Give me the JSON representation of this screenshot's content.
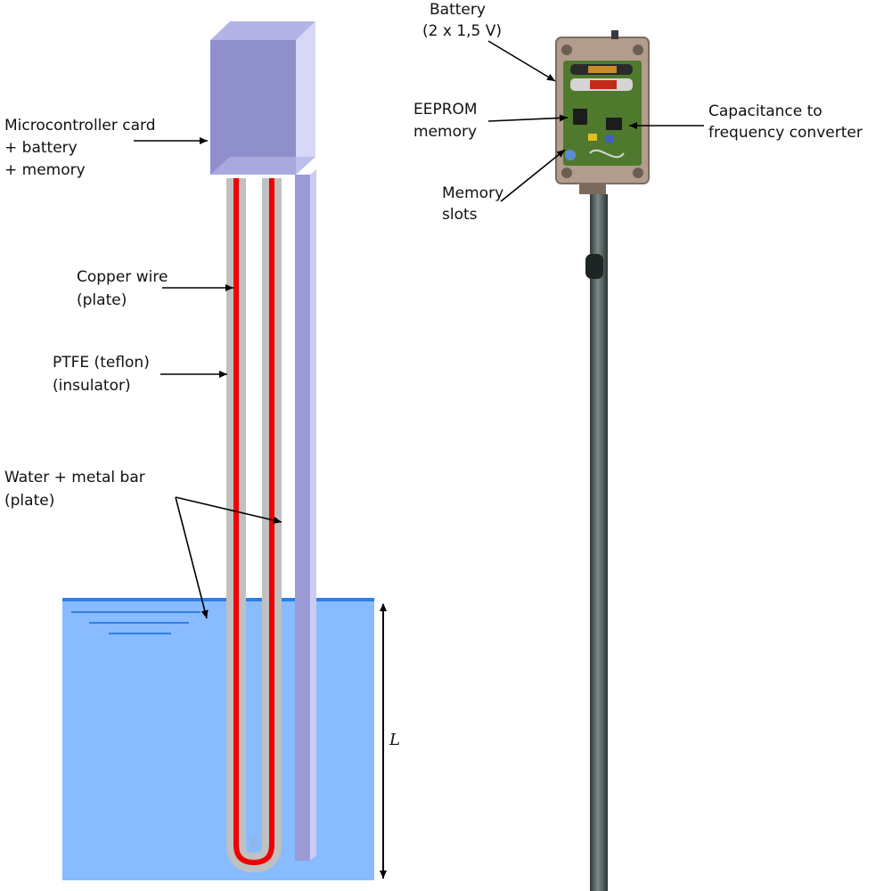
{
  "colors": {
    "box_front": "#8f8fcc",
    "box_top": "#b3b3e6",
    "box_side": "#d7d7f7",
    "bar": "#9a9ad6",
    "bar_side": "#ccccf2",
    "water": "#88bbff",
    "water_surface": "#2f7fe6",
    "ptfe": "#c0c0c0",
    "copper": "#ee0000",
    "pole": "#4a5a58",
    "enclosure": "#b19c8e",
    "pcb": "#4f7a2e"
  },
  "schematic": {
    "box_label_line1": "Microcontroller card",
    "box_label_line2": "+ battery",
    "box_label_line3": "+ memory",
    "copper_label_line1": "Copper wire",
    "copper_label_line2": "(plate)",
    "ptfe_label_line1": "PTFE (teflon)",
    "ptfe_label_line2": "(insulator)",
    "water_label_line1": "Water + metal bar",
    "water_label_line2": "(plate)",
    "length_symbol": "L"
  },
  "photo": {
    "battery_line1": "Battery",
    "battery_line2": "(2 x 1,5 V)",
    "eeprom_line1": "EEPROM",
    "eeprom_line2": "memory",
    "slots_line1": "Memory",
    "slots_line2": "slots",
    "converter_line1": "Capacitance to",
    "converter_line2": "frequency converter"
  }
}
